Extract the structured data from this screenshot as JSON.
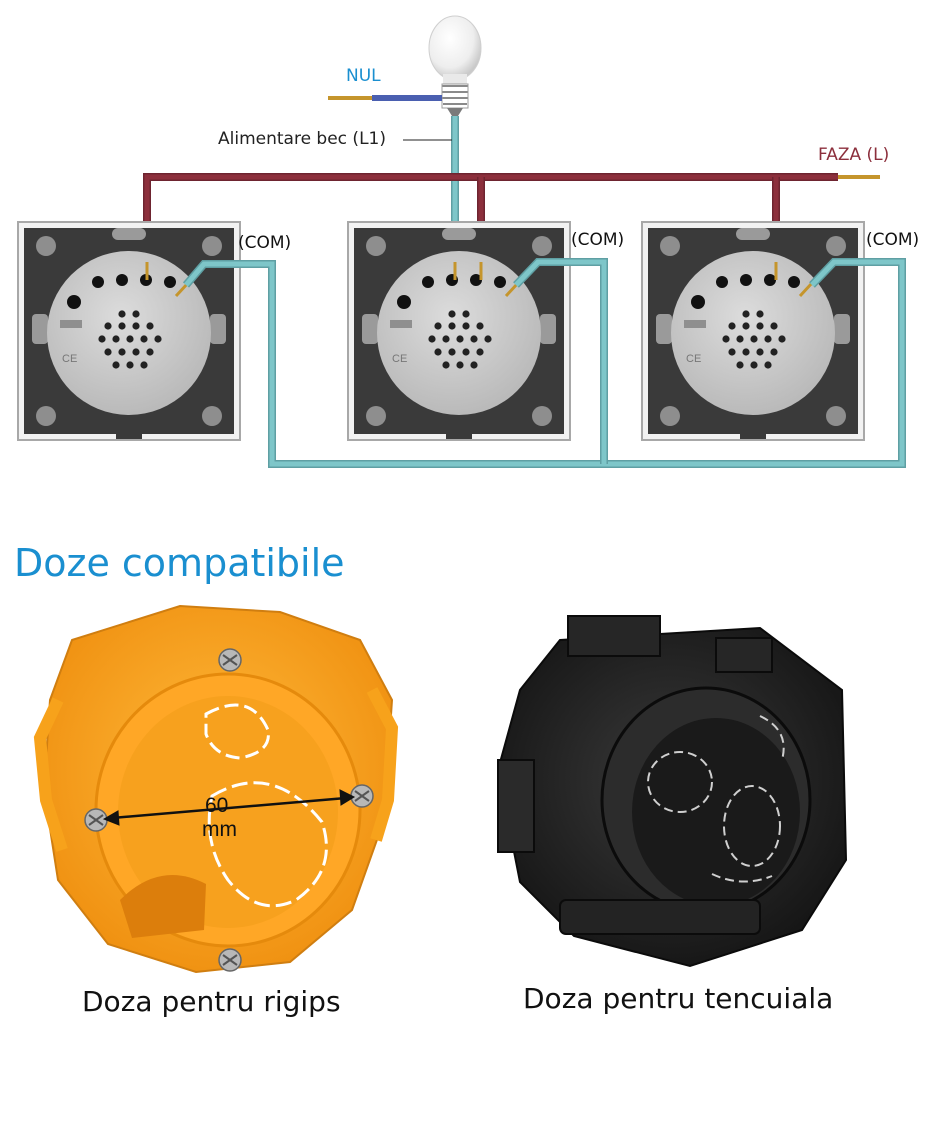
{
  "diagram": {
    "neutral_label": "NUL",
    "bulb_supply_label": "Alimentare bec (L1)",
    "phase_label": "FAZA (L)",
    "switches": [
      {
        "com_label": "(COM)"
      },
      {
        "com_label": "(COM)"
      },
      {
        "com_label": "(COM)"
      }
    ]
  },
  "section": {
    "title": "Doze compatibile",
    "boxes": [
      {
        "caption": "Doza pentru rigips",
        "dimension_value": "60",
        "dimension_unit": "mm",
        "color": "#f7a21b"
      },
      {
        "caption": "Doza pentru tencuiala",
        "color": "#1c1c1c"
      }
    ]
  },
  "colors": {
    "neutral_wire": "#4a5fb0",
    "phase_wire": "#8c2f3c",
    "traveler_wire": "#7ec6c9",
    "title_blue": "#1a8fd0"
  }
}
